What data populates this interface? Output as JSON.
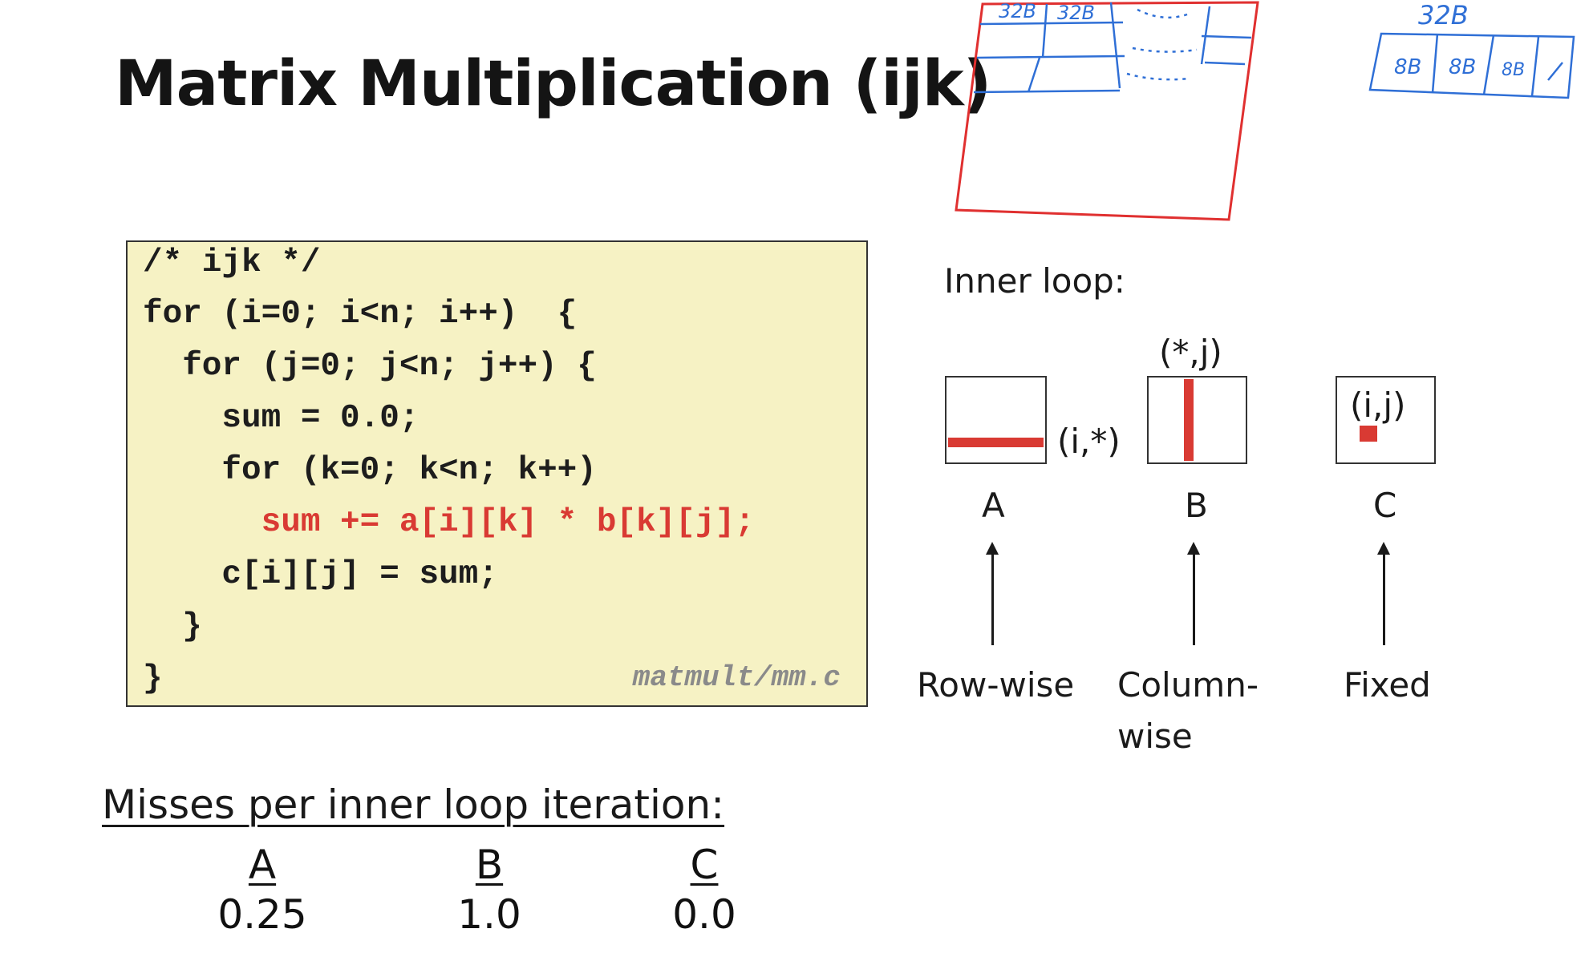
{
  "title": "Matrix Multiplication (ijk)",
  "code": {
    "lines": [
      "/* ijk */",
      "for (i=0; i<n; i++)  {",
      "  for (j=0; j<n; j++) {",
      "    sum = 0.0;",
      "    for (k=0; k<n; k++)",
      "      sum += a[i][k] * b[k][j];",
      "    c[i][j] = sum;",
      "  }",
      "}"
    ],
    "highlight_line_index": 5,
    "filename": "matmult/mm.c"
  },
  "inner_loop": {
    "heading": "Inner loop:",
    "matrices": [
      {
        "label": "A",
        "coord": "(i,*)",
        "access": [
          "Row-wise"
        ]
      },
      {
        "label": "B",
        "coord": "(*,j)",
        "access": [
          "Column-",
          "wise"
        ]
      },
      {
        "label": "C",
        "coord": "(i,j)",
        "access": [
          "Fixed"
        ]
      }
    ],
    "highlight_color": "#d93a33"
  },
  "misses": {
    "heading": "Misses per inner loop iteration:",
    "columns": [
      {
        "label": "A",
        "value": "0.25"
      },
      {
        "label": "B",
        "value": "1.0"
      },
      {
        "label": "C",
        "value": "0.0"
      }
    ]
  },
  "annotations": {
    "block_labels": [
      "32B",
      "32B"
    ],
    "line_label": "32B",
    "word_labels": [
      "8B",
      "8B",
      "8B"
    ],
    "ink_blue": "#2f6fd6",
    "ink_red": "#e03030"
  }
}
